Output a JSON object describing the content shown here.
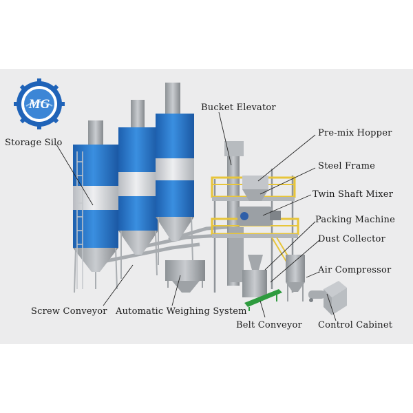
{
  "logo": {
    "text": "MG"
  },
  "colors": {
    "silo_blue": "#2f7fd1",
    "silo_white": "#dcdde0",
    "frame_yellow": "#e7c53a",
    "belt_green": "#2e9b3e",
    "steel_grey": "#9fa4a8",
    "logo_blue": "#1f63b8"
  },
  "labels": [
    {
      "id": "storage-silo",
      "text": "Storage Silo"
    },
    {
      "id": "bucket-elevator",
      "text": "Bucket Elevator"
    },
    {
      "id": "premix-hopper",
      "text": "Pre-mix Hopper"
    },
    {
      "id": "steel-frame",
      "text": "Steel Frame"
    },
    {
      "id": "twin-shaft-mixer",
      "text": "Twin Shaft Mixer"
    },
    {
      "id": "packing-machine",
      "text": "Packing Machine"
    },
    {
      "id": "dust-collector",
      "text": "Dust Collector"
    },
    {
      "id": "air-compressor",
      "text": "Air Compressor"
    },
    {
      "id": "screw-conveyor",
      "text": "Screw Conveyor"
    },
    {
      "id": "automatic-weighing-system",
      "text": "Automatic Weighing System"
    },
    {
      "id": "belt-conveyor",
      "text": "Belt Conveyor"
    },
    {
      "id": "control-cabinet",
      "text": "Control Cabinet"
    }
  ]
}
